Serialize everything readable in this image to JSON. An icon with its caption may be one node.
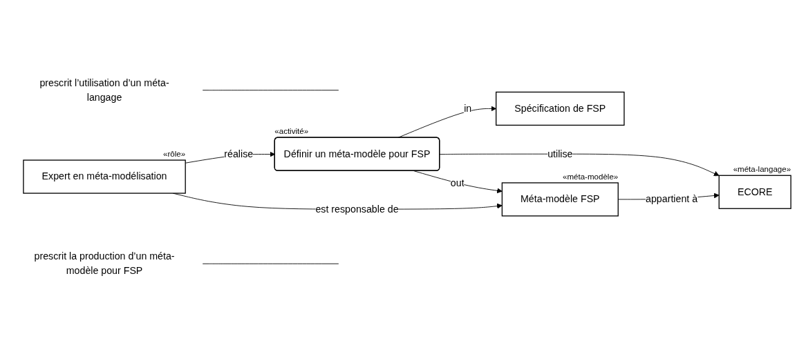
{
  "diagram": {
    "nodes": [
      {
        "text": [
          "Spécification de FSP"
        ]
      },
      {
        "text": [
          "Expert en méta-modélisation"
        ],
        "beside": [
          "«rôle»"
        ]
      },
      {
        "text": [
          "Définir un méta-modèle pour FSP"
        ],
        "beside": [
          "«activité»"
        ]
      },
      {
        "text": [
          "ECORE"
        ],
        "beside": [
          "«méta-langage»"
        ]
      },
      {
        "text": [
          "Méta-modèle FSP"
        ],
        "beside": [
          "«méta-modèle»"
        ]
      },
      {
        "text": [
          "prescrit l’utilisation d’un méta-langage"
        ]
      },
      {
        "text": [
          "prescrit la production d’un méta-modèle pour FSP"
        ]
      }
    ],
    "edges": [
      {
        "from": 1,
        "to": 2,
        "arrow": "to",
        "label": "réalise"
      },
      {
        "from": 2,
        "to": 0,
        "arrow": "to",
        "label": "in"
      },
      {
        "from": 2,
        "to": 3,
        "arrow": "to",
        "label": "utilise"
      },
      {
        "from": 1,
        "to": 4,
        "arrow": "to",
        "label": "est responsable de"
      },
      {
        "from": 2,
        "to": 4,
        "arrow": "to",
        "label": "out"
      },
      {
        "from": 4,
        "to": 3,
        "arrow": "to",
        "label": "appartient à"
      },
      {
        "from": 5,
        "to": null,
        "arrow": "none"
      },
      {
        "from": 6,
        "to": null,
        "arrow": "none"
      }
    ]
  }
}
